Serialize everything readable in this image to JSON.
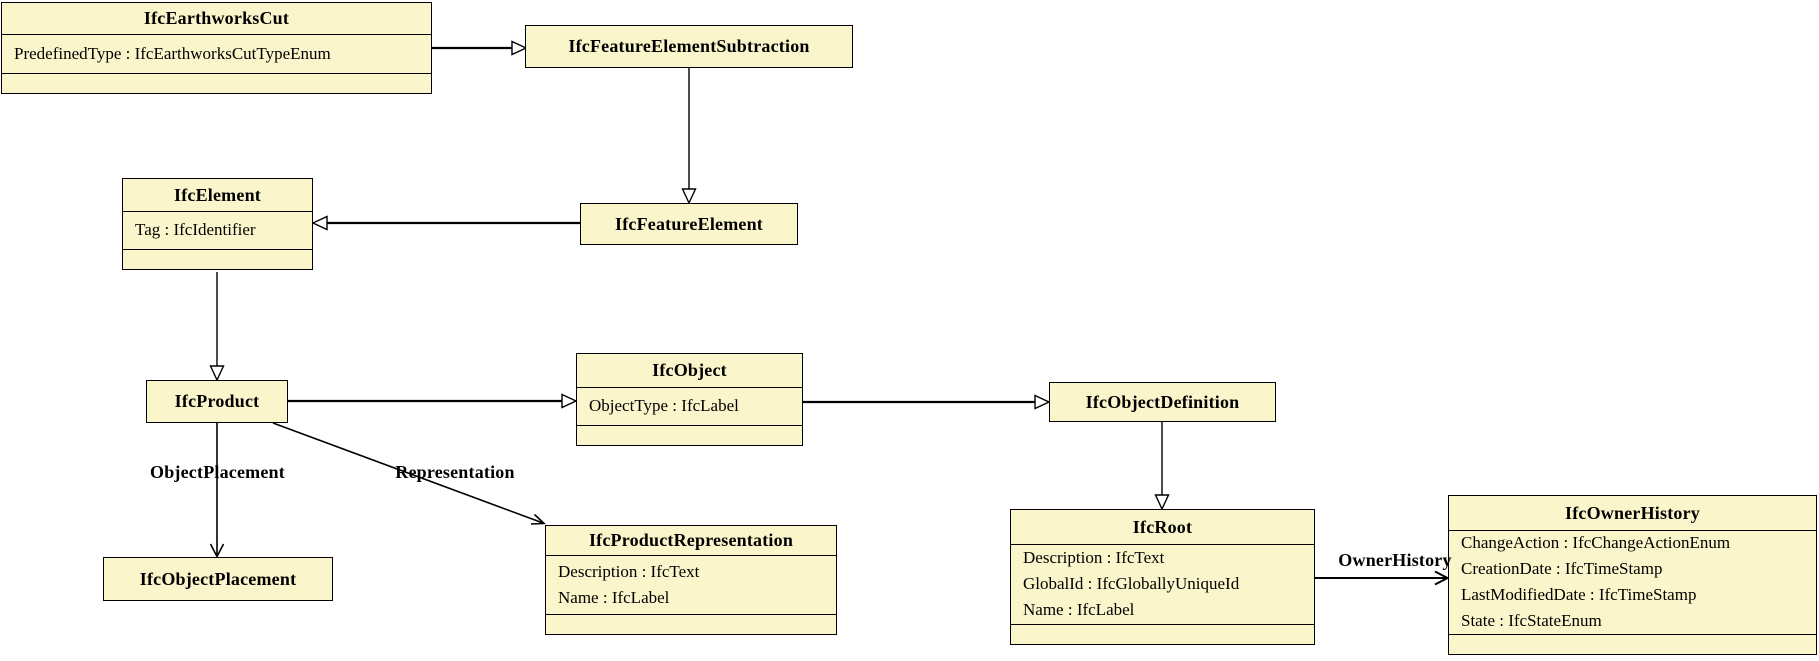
{
  "diagram": {
    "kind": "uml-class-diagram",
    "colors": {
      "node_fill": "#fbf5cb",
      "node_border": "#000000",
      "line": "#000000",
      "text": "#000000",
      "background": "#ffffff"
    },
    "classes": [
      {
        "name": "IfcEarthworksCut",
        "attributes": [
          "PredefinedType : IfcEarthworksCutTypeEnum"
        ]
      },
      {
        "name": "IfcFeatureElementSubtraction",
        "attributes": []
      },
      {
        "name": "IfcElement",
        "attributes": [
          "Tag : IfcIdentifier"
        ]
      },
      {
        "name": "IfcFeatureElement",
        "attributes": []
      },
      {
        "name": "IfcProduct",
        "attributes": []
      },
      {
        "name": "IfcObject",
        "attributes": [
          "ObjectType : IfcLabel"
        ]
      },
      {
        "name": "IfcObjectDefinition",
        "attributes": []
      },
      {
        "name": "IfcRoot",
        "attributes": [
          "Description : IfcText",
          "GlobalId : IfcGloballyUniqueId",
          "Name : IfcLabel"
        ]
      },
      {
        "name": "IfcObjectPlacement",
        "attributes": []
      },
      {
        "name": "IfcProductRepresentation",
        "attributes": [
          "Description : IfcText",
          "Name : IfcLabel"
        ]
      },
      {
        "name": "IfcOwnerHistory",
        "attributes": [
          "ChangeAction : IfcChangeActionEnum",
          "CreationDate : IfcTimeStamp",
          "LastModifiedDate : IfcTimeStamp",
          "State : IfcStateEnum"
        ]
      }
    ],
    "relationships": [
      {
        "from": "IfcEarthworksCut",
        "to": "IfcFeatureElementSubtraction",
        "type": "generalization",
        "label": ""
      },
      {
        "from": "IfcFeatureElementSubtraction",
        "to": "IfcFeatureElement",
        "type": "generalization",
        "label": ""
      },
      {
        "from": "IfcFeatureElement",
        "to": "IfcElement",
        "type": "generalization",
        "label": ""
      },
      {
        "from": "IfcElement",
        "to": "IfcProduct",
        "type": "generalization",
        "label": ""
      },
      {
        "from": "IfcProduct",
        "to": "IfcObject",
        "type": "generalization",
        "label": ""
      },
      {
        "from": "IfcObject",
        "to": "IfcObjectDefinition",
        "type": "generalization",
        "label": ""
      },
      {
        "from": "IfcObjectDefinition",
        "to": "IfcRoot",
        "type": "generalization",
        "label": ""
      },
      {
        "from": "IfcProduct",
        "to": "IfcObjectPlacement",
        "type": "association",
        "label": "ObjectPlacement"
      },
      {
        "from": "IfcProduct",
        "to": "IfcProductRepresentation",
        "type": "association",
        "label": "Representation"
      },
      {
        "from": "IfcRoot",
        "to": "IfcOwnerHistory",
        "type": "association",
        "label": "OwnerHistory"
      }
    ]
  }
}
